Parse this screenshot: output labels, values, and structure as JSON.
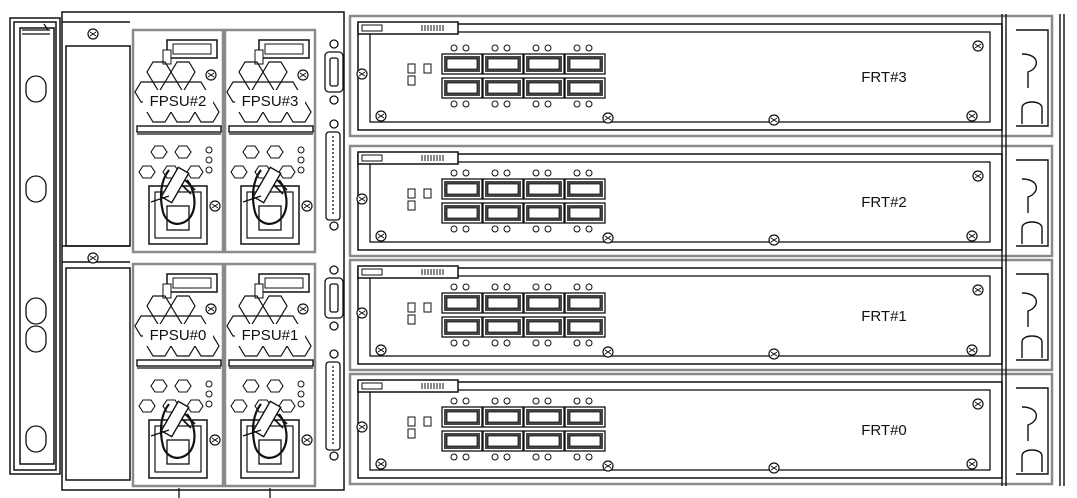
{
  "diagram": {
    "psu_modules": [
      {
        "id": "psu-2",
        "label": "FPSU#2"
      },
      {
        "id": "psu-3",
        "label": "FPSU#3"
      },
      {
        "id": "psu-0",
        "label": "FPSU#0"
      },
      {
        "id": "psu-1",
        "label": "FPSU#1"
      }
    ],
    "frt_trays": [
      {
        "id": "frt-3",
        "label": "FRT#3"
      },
      {
        "id": "frt-2",
        "label": "FRT#2"
      },
      {
        "id": "frt-1",
        "label": "FRT#1"
      },
      {
        "id": "frt-0",
        "label": "FRT#0"
      }
    ]
  },
  "colors": {
    "line": "#111111",
    "highlight_box": "#8a8a8a",
    "port_fill": "#444444"
  }
}
